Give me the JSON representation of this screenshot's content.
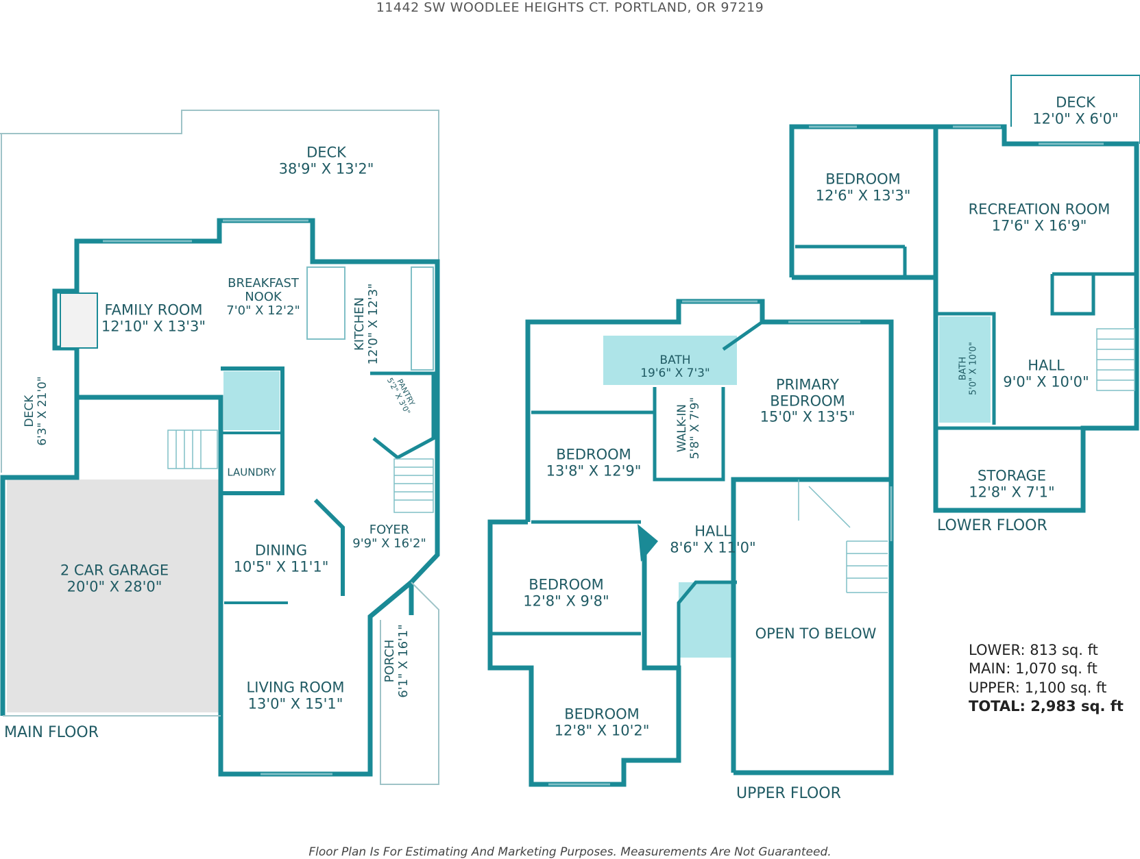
{
  "header": {
    "address": "11442 SW WOODLEE HEIGHTS CT. PORTLAND, OR 97219"
  },
  "footer": {
    "disclaimer": "Floor Plan Is For Estimating And Marketing Purposes. Measurements Are Not Guaranteed."
  },
  "floors": {
    "main": "MAIN FLOOR",
    "upper": "UPPER FLOOR",
    "lower": "LOWER FLOOR"
  },
  "main_rooms": {
    "deck_top": {
      "name": "DECK",
      "dims": "38'9\" X 13'2\""
    },
    "family_room": {
      "name": "FAMILY ROOM",
      "dims": "12'10\" X 13'3\""
    },
    "breakfast_nook": {
      "name": "BREAKFAST",
      "name2": "NOOK",
      "dims": "7'0\" X 12'2\""
    },
    "kitchen": {
      "name": "KITCHEN",
      "dims": "12'0\" X 12'3\""
    },
    "pantry": {
      "name": "PANTRY",
      "dims": "5'2\" X 3'0\""
    },
    "deck_side": {
      "name": "DECK",
      "dims": "6'3\" X 21'0\""
    },
    "laundry": {
      "name": "LAUNDRY"
    },
    "dining": {
      "name": "DINING",
      "dims": "10'5\" X 11'1\""
    },
    "foyer": {
      "name": "FOYER",
      "dims": "9'9\" X 16'2\""
    },
    "garage": {
      "name": "2 CAR GARAGE",
      "dims": "20'0\" X 28'0\""
    },
    "living_room": {
      "name": "LIVING ROOM",
      "dims": "13'0\" X 15'1\""
    },
    "porch": {
      "name": "PORCH",
      "dims": "6'1\" X 16'1\""
    }
  },
  "upper_rooms": {
    "bath": {
      "name": "BATH",
      "dims": "19'6\" X 7'3\""
    },
    "primary_bedroom": {
      "name": "PRIMARY",
      "name2": "BEDROOM",
      "dims": "15'0\" X 13'5\""
    },
    "walk_in": {
      "name": "WALK-IN",
      "dims": "5'8\" X 7'9\""
    },
    "bedroom_1": {
      "name": "BEDROOM",
      "dims": "13'8\" X 12'9\""
    },
    "hall": {
      "name": "HALL",
      "dims": "8'6\" X 11'0\""
    },
    "bedroom_2": {
      "name": "BEDROOM",
      "dims": "12'8\" X 9'8\""
    },
    "open_to_below": {
      "name": "OPEN TO BELOW"
    },
    "bedroom_3": {
      "name": "BEDROOM",
      "dims": "12'8\" X 10'2\""
    }
  },
  "lower_rooms": {
    "deck": {
      "name": "DECK",
      "dims": "12'0\" X 6'0\""
    },
    "bedroom": {
      "name": "BEDROOM",
      "dims": "12'6\" X 13'3\""
    },
    "recreation_room": {
      "name": "RECREATION ROOM",
      "dims": "17'6\" X 16'9\""
    },
    "bath": {
      "name": "BATH",
      "dims": "5'0\" X 10'0\""
    },
    "hall": {
      "name": "HALL",
      "dims": "9'0\" X 10'0\""
    },
    "storage": {
      "name": "STORAGE",
      "dims": "12'8\" X 7'1\""
    }
  },
  "totals": {
    "lower": "LOWER: 813 sq. ft",
    "main": "MAIN: 1,070 sq. ft",
    "upper": "UPPER: 1,100 sq. ft",
    "total": "TOTAL: 2,983 sq. ft"
  },
  "colors": {
    "wall": "#1a8a96",
    "bath_fill": "#aee4e8",
    "garage_fill": "#e3e3e3",
    "text": "#1f5a63"
  }
}
